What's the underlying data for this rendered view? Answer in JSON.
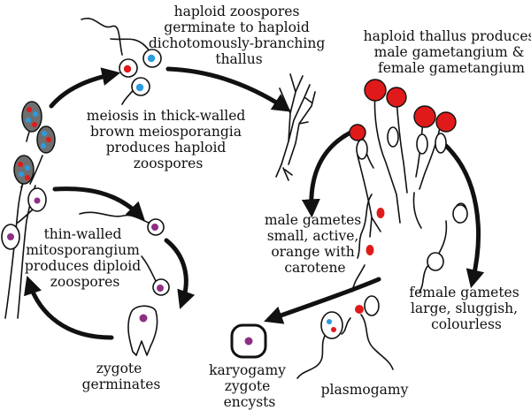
{
  "labels": {
    "zoospores_germinate": [
      "haploid zoospores",
      "germinate to haploid",
      "dichotomously-branching",
      "thallus"
    ],
    "haploid_thallus": [
      "haploid thallus produces",
      "male gametangium &",
      "female gametangium"
    ],
    "meiosis": [
      "meiosis in thick-walled",
      "brown meiosporangia",
      "produces haploid",
      "zoospores"
    ],
    "male_gametes": [
      "male gametes",
      "small, active,",
      "orange with",
      "carotene"
    ],
    "mitosporangium": [
      "thin-walled",
      "mitosporangium",
      "produces diploid",
      "zoospores"
    ],
    "female_gametes": [
      "female gametes",
      "large, sluggish,",
      "colourless"
    ],
    "zygote_germinates": [
      "zygote",
      "germinates"
    ],
    "karyogamy": [
      "karyogamy",
      "zygote",
      "encysts"
    ],
    "plasmogamy": [
      "plasmogamy"
    ]
  },
  "colors": {
    "male_red": "#e01a1a",
    "zoospore_blue": "#2b9be0",
    "diploid_purple": "#8e2f86",
    "meiosporangium_gray": "#6f6f6f",
    "outline": "#111111"
  }
}
